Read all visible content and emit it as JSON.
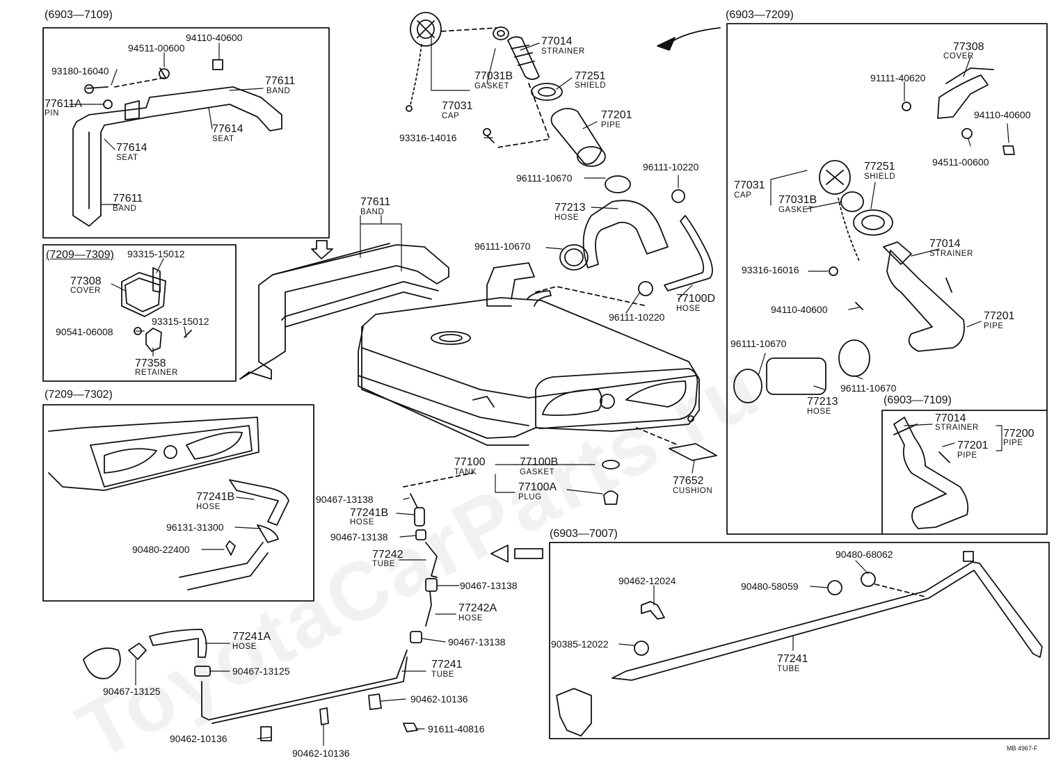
{
  "watermark": "ToyotaCarParts.ru",
  "figure_code": "MB 4967-F",
  "regions": {
    "top_left": "(6903—7109)",
    "mid_left": "(7209—7309)",
    "lower_left": "(7209—7302)",
    "top_right": "(6903—7209)",
    "right_pipe": "(6903—7109)",
    "bottom_right": "(6903—7007)"
  },
  "names": {
    "band": "BAND",
    "pin": "PIN",
    "seat": "SEAT",
    "cover": "COVER",
    "retainer": "RETAINER",
    "hose": "HOSE",
    "strainer": "STRAINER",
    "shield": "SHIELD",
    "gasket": "GASKET",
    "cap": "CAP",
    "pipe": "PIPE",
    "tank": "TANK",
    "plug": "PLUG",
    "cushion": "CUSHION",
    "tube": "TUBE"
  },
  "parts": {
    "p1": "94110-40600",
    "p2": "94511-00600",
    "p3": "93180-16040",
    "p4": "77611",
    "p5": "77611A",
    "p6": "77614",
    "p7": "77614",
    "p8": "93315-15012",
    "p9": "77308",
    "p10": "90541-06008",
    "p11": "77358",
    "p12": "77241B",
    "p13": "96131-31300",
    "p14": "90480-22400",
    "p15": "77014",
    "p16": "77251",
    "p17": "77031B",
    "p18": "77031",
    "p19": "77201",
    "p20": "93316-14016",
    "p21": "96111-10220",
    "p22": "96111-10670",
    "p23": "77213",
    "p24": "77100D",
    "p25": "77100",
    "p26": "77100B",
    "p27": "77100A",
    "p28": "77652",
    "p29": "90467-13138",
    "p30": "77242",
    "p31": "77242A",
    "p32": "77241A",
    "p33": "77241",
    "p34": "90467-13125",
    "p35": "90462-10136",
    "p36": "91611-40816",
    "p37": "91111-40620",
    "p38": "93316-16016",
    "p39": "77200",
    "p40": "90480-68062",
    "p41": "90462-12024",
    "p42": "90480-58059",
    "p43": "90385-12022"
  }
}
